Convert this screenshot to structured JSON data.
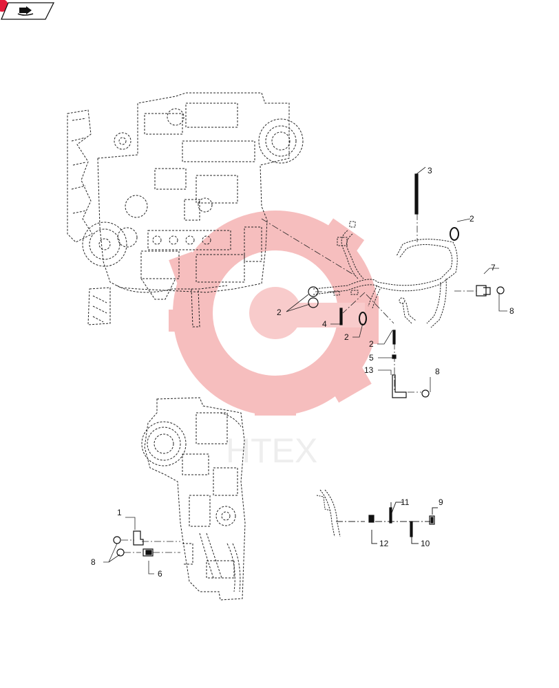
{
  "watermark": {
    "text": "HTEX",
    "color": "#f3a7a7"
  },
  "nav": {
    "icon": "book-arrow-icon",
    "status_dot_color": "#e31b3a"
  },
  "callouts": {
    "c3": "3",
    "c2a": "2",
    "c7": "7",
    "c8a": "8",
    "c2b": "2",
    "c4": "4",
    "c2c": "2",
    "c2d": "2",
    "c5": "5",
    "c13": "13",
    "c8b": "8",
    "c1": "1",
    "c8c": "8",
    "c6": "6",
    "c11": "11",
    "c9": "9",
    "c12": "12",
    "c10": "10"
  }
}
